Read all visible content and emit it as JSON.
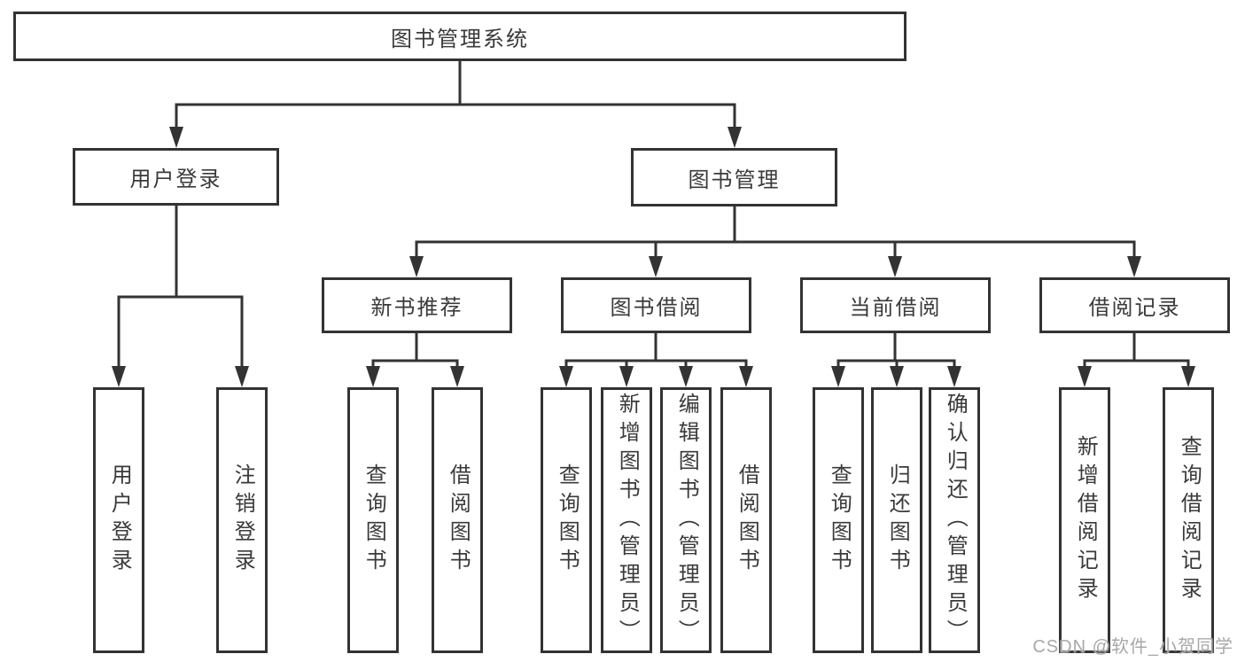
{
  "diagram": {
    "root": {
      "label": "图书管理系统"
    },
    "branches": [
      {
        "label": "用户登录",
        "children": [
          {
            "label": "用户登录"
          },
          {
            "label": "注销登录"
          }
        ]
      },
      {
        "label": "图书管理",
        "children": [
          {
            "label": "新书推荐",
            "children": [
              {
                "label": "查询图书"
              },
              {
                "label": "借阅图书"
              }
            ]
          },
          {
            "label": "图书借阅",
            "children": [
              {
                "label": "查询图书"
              },
              {
                "label": "新增图书（管理员）"
              },
              {
                "label": "编辑图书（管理员）"
              },
              {
                "label": "借阅图书"
              }
            ]
          },
          {
            "label": "当前借阅",
            "children": [
              {
                "label": "查询图书"
              },
              {
                "label": "归还图书"
              },
              {
                "label": "确认归还（管理员）"
              }
            ]
          },
          {
            "label": "借阅记录",
            "children": [
              {
                "label": "新增借阅记录"
              },
              {
                "label": "查询借阅记录"
              }
            ]
          }
        ]
      }
    ]
  },
  "watermark": {
    "text": "CSDN @软件_小贺同学"
  },
  "colors": {
    "line": "#333333",
    "text": "#3a3a3a",
    "background": "#ffffff",
    "watermark": "#a8a8a8"
  }
}
